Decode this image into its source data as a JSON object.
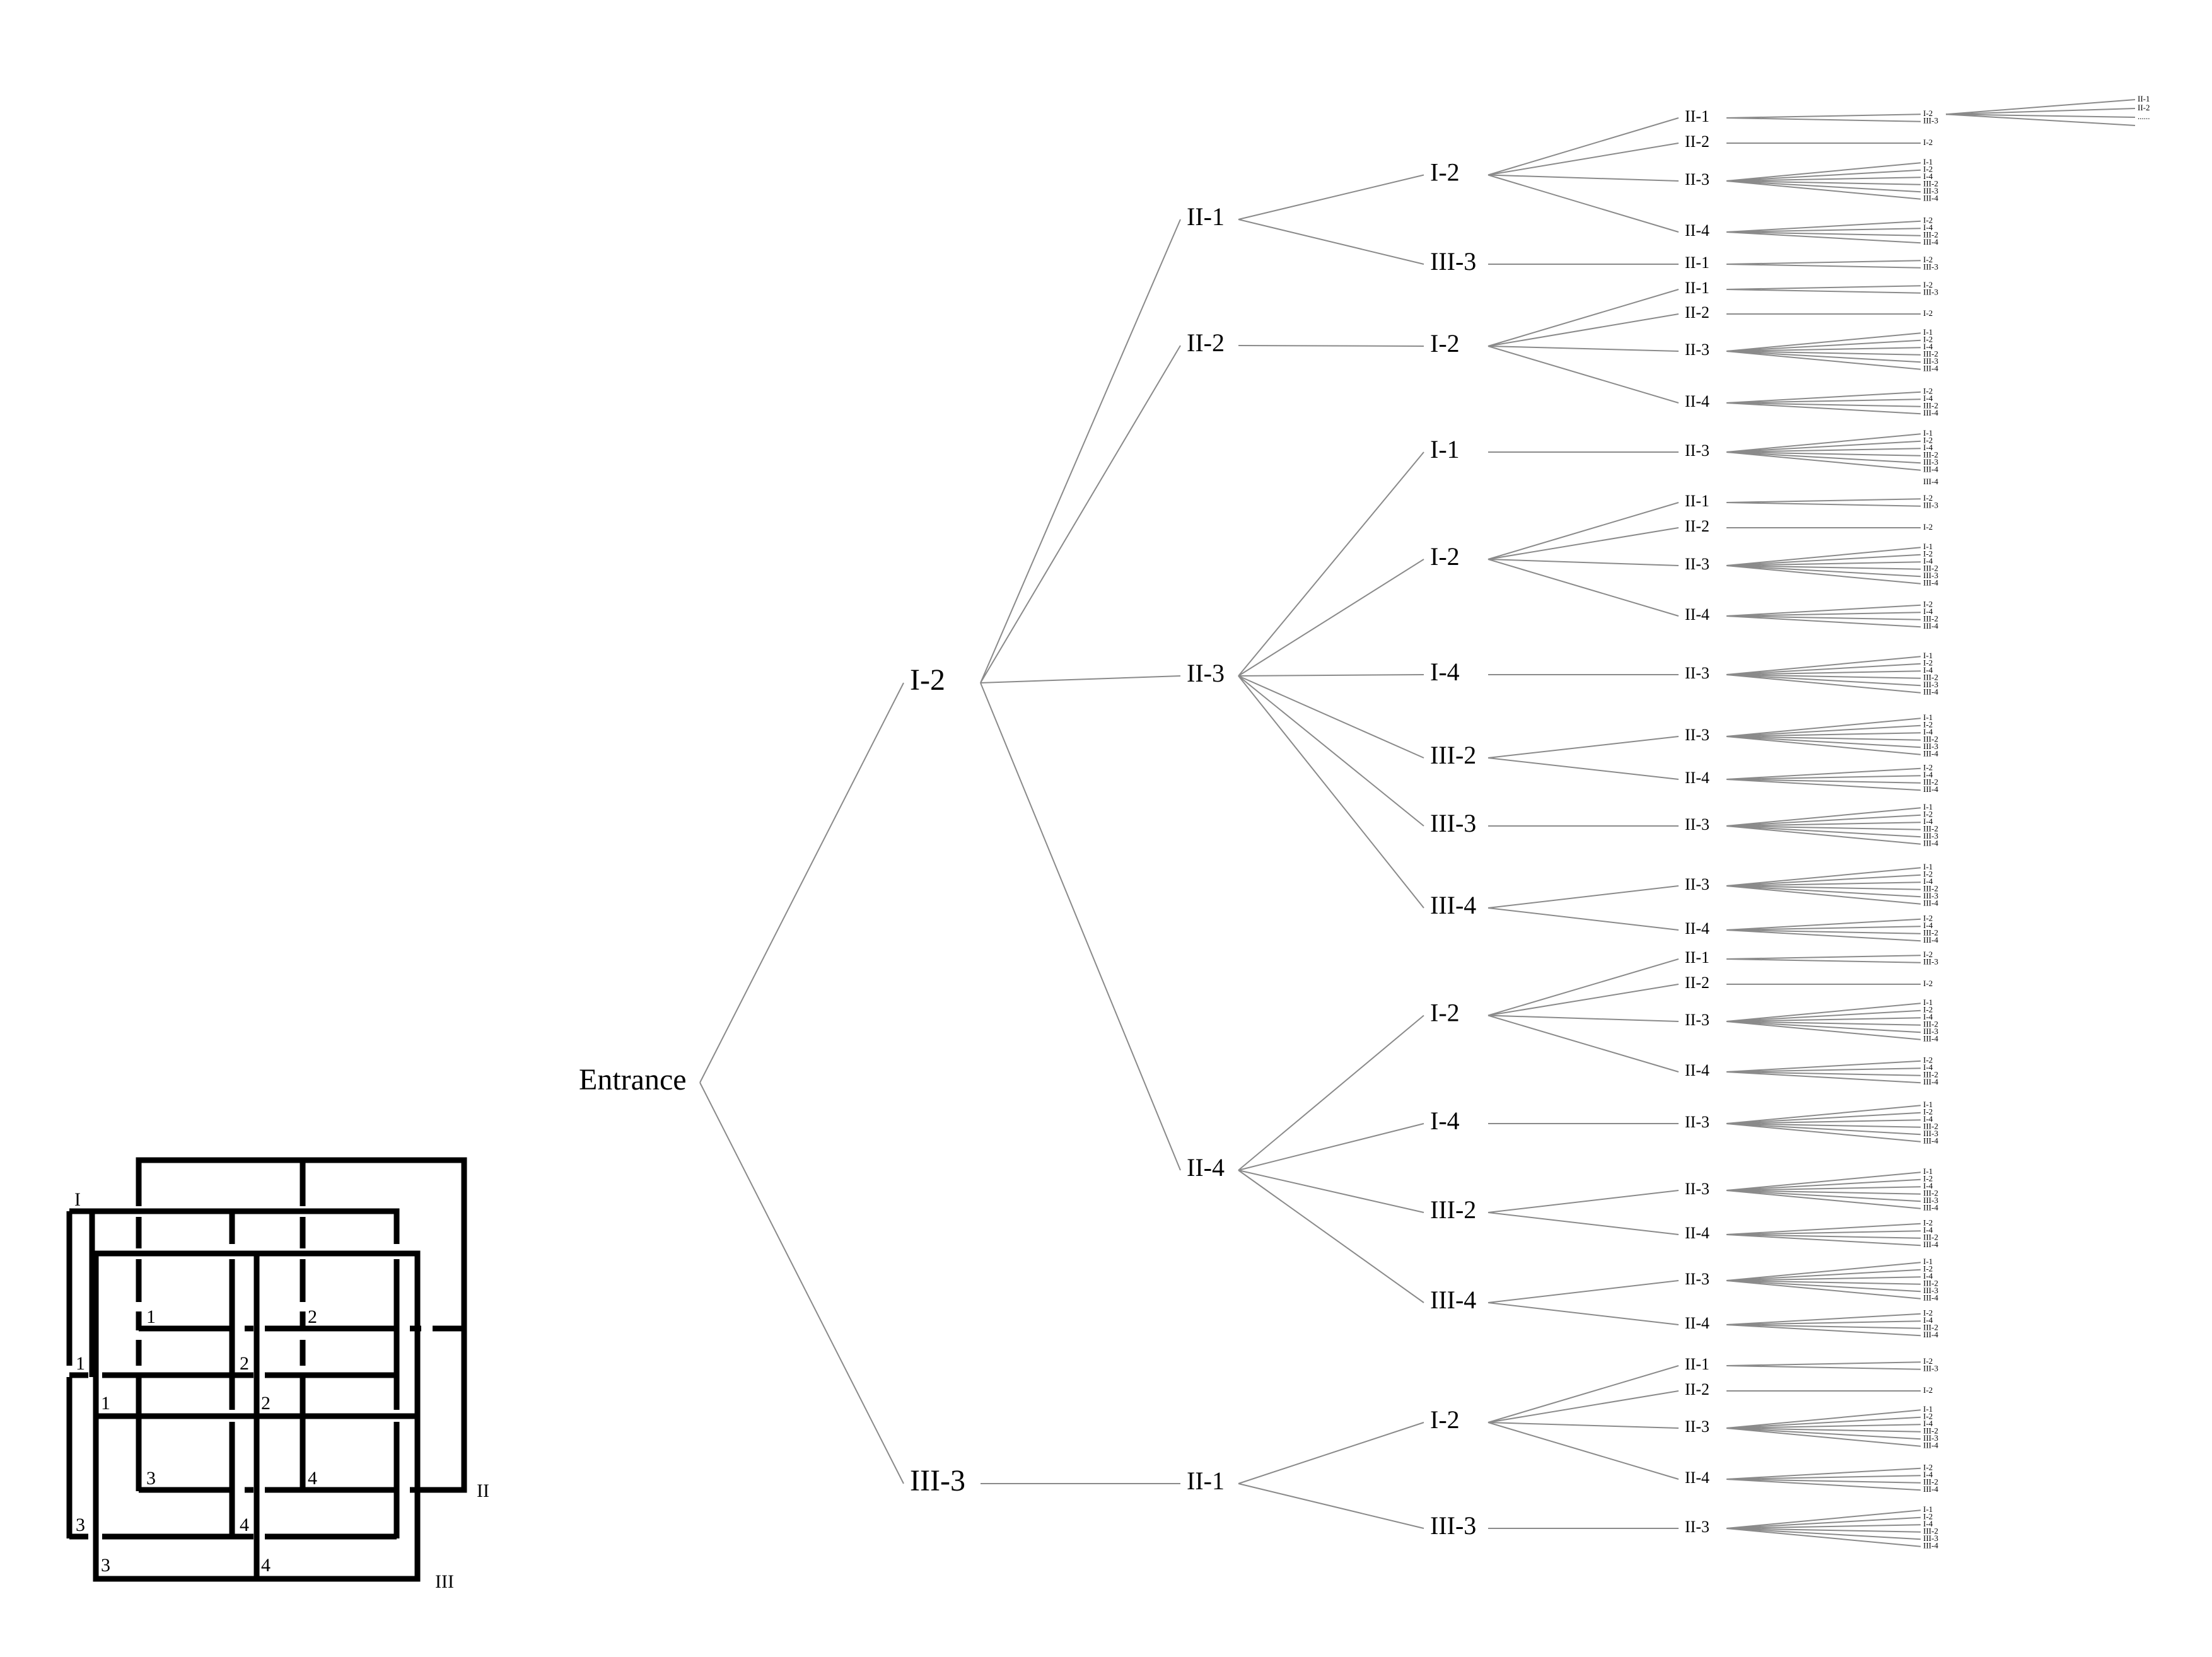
{
  "diagram": {
    "root_label": "Entrance",
    "ellipsis": "......",
    "tree": {
      "label": "Entrance",
      "children": [
        {
          "label": "I-2",
          "children": [
            {
              "label": "II-1",
              "children": [
                {
                  "label": "I-2",
                  "children": [
                    {
                      "label": "II-1",
                      "leaves": [
                        "I-2",
                        "III-3"
                      ],
                      "deep": [
                        "II-1",
                        "II-2",
                        "......"
                      ]
                    },
                    {
                      "label": "II-2",
                      "leaves": [
                        "I-2"
                      ]
                    },
                    {
                      "label": "II-3",
                      "leaves": [
                        "I-1",
                        "I-2",
                        "I-4",
                        "III-2",
                        "III-3",
                        "III-4"
                      ]
                    },
                    {
                      "label": "II-4",
                      "leaves": [
                        "I-2",
                        "I-4",
                        "III-2",
                        "III-4"
                      ]
                    }
                  ]
                },
                {
                  "label": "III-3",
                  "children": [
                    {
                      "label": "II-1",
                      "leaves": [
                        "I-2",
                        "III-3"
                      ]
                    }
                  ]
                }
              ]
            },
            {
              "label": "II-2",
              "children": [
                {
                  "label": "I-2",
                  "children": [
                    {
                      "label": "II-1",
                      "leaves": [
                        "I-2",
                        "III-3"
                      ]
                    },
                    {
                      "label": "II-2",
                      "leaves": [
                        "I-2"
                      ]
                    },
                    {
                      "label": "II-3",
                      "leaves": [
                        "I-1",
                        "I-2",
                        "I-4",
                        "III-2",
                        "III-3",
                        "III-4"
                      ]
                    },
                    {
                      "label": "II-4",
                      "leaves": [
                        "I-2",
                        "I-4",
                        "III-2",
                        "III-4"
                      ]
                    }
                  ]
                }
              ]
            },
            {
              "label": "II-3",
              "children": [
                {
                  "label": "I-1",
                  "children": [
                    {
                      "label": "II-3",
                      "leaves": [
                        "I-1",
                        "I-2",
                        "I-4",
                        "III-2",
                        "III-3",
                        "III-4"
                      ],
                      "extra": "III-4"
                    }
                  ]
                },
                {
                  "label": "I-2",
                  "children": [
                    {
                      "label": "II-1",
                      "leaves": [
                        "I-2",
                        "III-3"
                      ]
                    },
                    {
                      "label": "II-2",
                      "leaves": [
                        "I-2"
                      ]
                    },
                    {
                      "label": "II-3",
                      "leaves": [
                        "I-1",
                        "I-2",
                        "I-4",
                        "III-2",
                        "III-3",
                        "III-4"
                      ]
                    },
                    {
                      "label": "II-4",
                      "leaves": [
                        "I-2",
                        "I-4",
                        "III-2",
                        "III-4"
                      ]
                    }
                  ]
                },
                {
                  "label": "I-4",
                  "children": [
                    {
                      "label": "II-3",
                      "leaves": [
                        "I-1",
                        "I-2",
                        "I-4",
                        "III-2",
                        "III-3",
                        "III-4"
                      ]
                    }
                  ]
                },
                {
                  "label": "III-2",
                  "children": [
                    {
                      "label": "II-3",
                      "leaves": [
                        "I-1",
                        "I-2",
                        "I-4",
                        "III-2",
                        "III-3",
                        "III-4"
                      ]
                    },
                    {
                      "label": "II-4",
                      "leaves": [
                        "I-2",
                        "I-4",
                        "III-2",
                        "III-4"
                      ]
                    }
                  ]
                },
                {
                  "label": "III-3",
                  "children": [
                    {
                      "label": "II-3",
                      "leaves": [
                        "I-1",
                        "I-2",
                        "I-4",
                        "III-2",
                        "III-3",
                        "III-4"
                      ]
                    }
                  ]
                },
                {
                  "label": "III-4",
                  "children": [
                    {
                      "label": "II-3",
                      "leaves": [
                        "I-1",
                        "I-2",
                        "I-4",
                        "III-2",
                        "III-3",
                        "III-4"
                      ]
                    },
                    {
                      "label": "II-4",
                      "leaves": [
                        "I-2",
                        "I-4",
                        "III-2",
                        "III-4"
                      ]
                    }
                  ]
                }
              ]
            },
            {
              "label": "II-4",
              "children": [
                {
                  "label": "I-2",
                  "children": [
                    {
                      "label": "II-1",
                      "leaves": [
                        "I-2",
                        "III-3"
                      ]
                    },
                    {
                      "label": "II-2",
                      "leaves": [
                        "I-2"
                      ]
                    },
                    {
                      "label": "II-3",
                      "leaves": [
                        "I-1",
                        "I-2",
                        "I-4",
                        "III-2",
                        "III-3",
                        "III-4"
                      ]
                    },
                    {
                      "label": "II-4",
                      "leaves": [
                        "I-2",
                        "I-4",
                        "III-2",
                        "III-4"
                      ]
                    }
                  ]
                },
                {
                  "label": "I-4",
                  "children": [
                    {
                      "label": "II-3",
                      "leaves": [
                        "I-1",
                        "I-2",
                        "I-4",
                        "III-2",
                        "III-3",
                        "III-4"
                      ]
                    }
                  ]
                },
                {
                  "label": "III-2",
                  "children": [
                    {
                      "label": "II-3",
                      "leaves": [
                        "I-1",
                        "I-2",
                        "I-4",
                        "III-2",
                        "III-3",
                        "III-4"
                      ]
                    },
                    {
                      "label": "II-4",
                      "leaves": [
                        "I-2",
                        "I-4",
                        "III-2",
                        "III-4"
                      ]
                    }
                  ]
                },
                {
                  "label": "III-4",
                  "children": [
                    {
                      "label": "II-3",
                      "leaves": [
                        "I-1",
                        "I-2",
                        "I-4",
                        "III-2",
                        "III-3",
                        "III-4"
                      ]
                    },
                    {
                      "label": "II-4",
                      "leaves": [
                        "I-2",
                        "I-4",
                        "III-2",
                        "III-4"
                      ]
                    }
                  ]
                }
              ]
            }
          ]
        },
        {
          "label": "III-3",
          "children": [
            {
              "label": "II-1",
              "children": [
                {
                  "label": "I-2",
                  "children": [
                    {
                      "label": "II-1",
                      "leaves": [
                        "I-2",
                        "III-3"
                      ]
                    },
                    {
                      "label": "II-2",
                      "leaves": [
                        "I-2"
                      ]
                    },
                    {
                      "label": "II-3",
                      "leaves": [
                        "I-1",
                        "I-2",
                        "I-4",
                        "III-2",
                        "III-3",
                        "III-4"
                      ]
                    },
                    {
                      "label": "II-4",
                      "leaves": [
                        "I-2",
                        "I-4",
                        "III-2",
                        "III-4"
                      ]
                    }
                  ]
                },
                {
                  "label": "III-3",
                  "children": [
                    {
                      "label": "II-3",
                      "leaves": [
                        "I-1",
                        "I-2",
                        "I-4",
                        "III-2",
                        "III-3",
                        "III-4"
                      ]
                    }
                  ]
                }
              ]
            }
          ]
        }
      ]
    },
    "maze": {
      "layers": [
        "I",
        "II",
        "III"
      ],
      "rooms_I": [
        "1",
        "2",
        "3",
        "4"
      ],
      "rooms_II": [
        "1",
        "2",
        "3",
        "4"
      ],
      "rooms_III": [
        "1",
        "2",
        "3",
        "4"
      ]
    }
  }
}
